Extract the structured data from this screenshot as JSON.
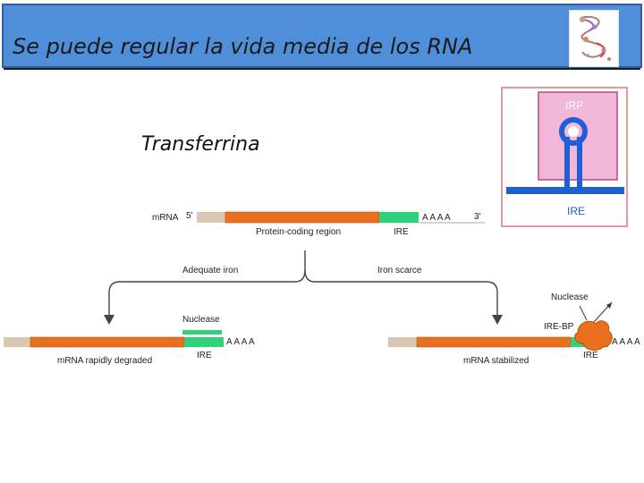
{
  "slide": {
    "title": "Se puede regular la vida media de los RNA",
    "subtitle": "Transferrina"
  },
  "inset": {
    "irp_label": "IRP",
    "ire_label": "IRE"
  },
  "top_mrna": {
    "mrna_label": "mRNA",
    "five_prime": "5′",
    "three_prime": "3′",
    "coding_label": "Protein-coding region",
    "ire_label": "IRE",
    "polya": "A A A A"
  },
  "branches": {
    "left": "Adequate iron",
    "right": "Iron scarce"
  },
  "left_result": {
    "nuclease": "Nuclease",
    "ire_label": "IRE",
    "polya": "A A A A",
    "caption": "mRNA rapidly degraded"
  },
  "right_result": {
    "nuclease": "Nuclease",
    "irebp": "IRE-BP",
    "ire_label": "IRE",
    "polya": "A A A A",
    "caption": "mRNA stabilized"
  },
  "colors": {
    "title_bg": "#4f8ed9",
    "coding": "#e8701f",
    "ire": "#2fd27a",
    "utr": "#d9c6b3",
    "inset_pink": "#f2b6d8",
    "inset_blue": "#1e5fd6"
  }
}
